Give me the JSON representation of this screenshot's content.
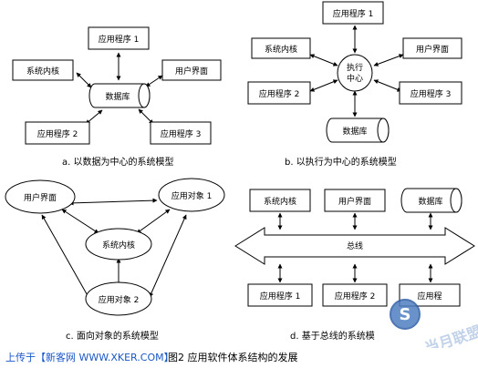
{
  "diagram_a": {
    "app1": "应用程序 1",
    "syskernel": "系统内核",
    "userinterface": "用户界面",
    "database": "数据库",
    "app2": "应用程序 2",
    "app3": "应用程序 3",
    "caption": "a.  以数据为中心的系统模型"
  },
  "diagram_b": {
    "app1": "应用程序 1",
    "syskernel": "系统内核",
    "userinterface": "用户界面",
    "center_line1": "执行",
    "center_line2": "中心",
    "app2": "应用程序 2",
    "app3": "应用程序 3",
    "database": "数据库",
    "caption": "b.  以执行为中心的系统模型"
  },
  "diagram_c": {
    "userinterface": "用户界面",
    "obj1": "应用对象 1",
    "syskernel": "系统内核",
    "obj2": "应用对象 2",
    "caption": "c.  面向对象的系统模型"
  },
  "diagram_d": {
    "syskernel": "系统内核",
    "userinterface": "用户界面",
    "database": "数据库",
    "bus": "总线",
    "app1": "应用程序 1",
    "app2": "应用程序 2",
    "app3": "应用程",
    "caption": "d.  基于总线的系统模"
  },
  "footer": {
    "upload": "上传于【新客网 WWW.XKER.COM】",
    "figure_title": "图2 应用软件体系结构的发展"
  },
  "watermark": {
    "text": "当月联盟"
  },
  "colors": {
    "stroke": "#000000",
    "footer_link": "#1a56c8",
    "watermark": "#b7cbe6"
  }
}
